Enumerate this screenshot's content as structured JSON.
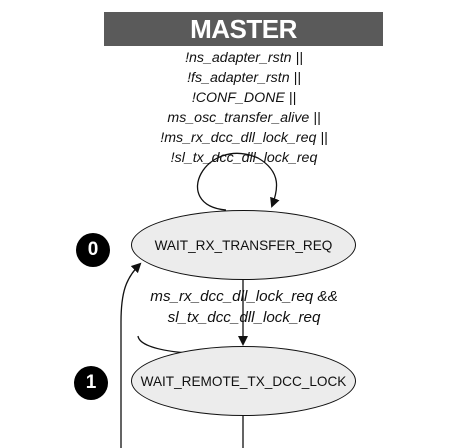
{
  "title": "MASTER",
  "self_loop_condition": [
    "!ns_adapter_rstn ||",
    "!fs_adapter_rstn ||",
    "!CONF_DONE ||",
    "ms_osc_transfer_alive ||",
    "!ms_rx_dcc_dll_lock_req ||",
    "!sl_tx_dcc_dll_lock_req"
  ],
  "transition_condition": [
    "ms_rx_dcc_dll_lock_req &&",
    "sl_tx_dcc_dll_lock_req"
  ],
  "states": [
    {
      "id": "0",
      "label": "WAIT_RX_TRANSFER_REQ"
    },
    {
      "id": "1",
      "label": "WAIT_REMOTE_TX_DCC_LOCK"
    }
  ],
  "colors": {
    "banner_bg": "#5a5a5a",
    "banner_text": "#ffffff",
    "state_fill": "#ececec",
    "line": "#111111",
    "badge": "#000000"
  }
}
